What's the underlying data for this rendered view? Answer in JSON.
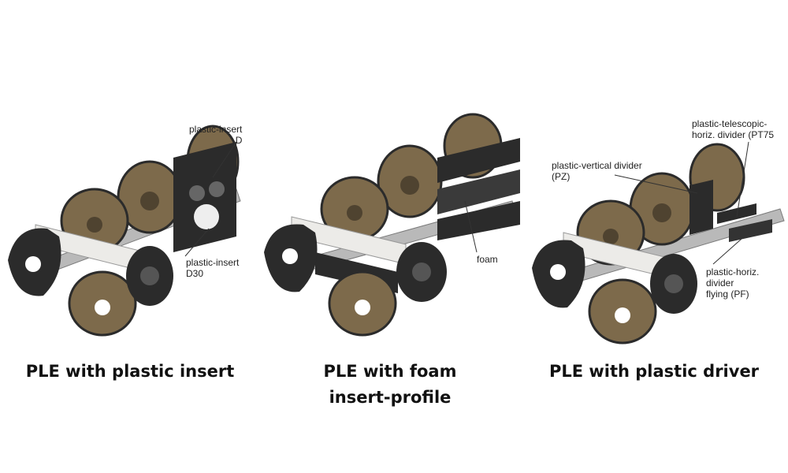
{
  "figures": [
    {
      "caption_lines": [
        "PLE with plastic insert"
      ],
      "callouts": [
        "plastic-insert\nD",
        "plastic-insert\nD30"
      ]
    },
    {
      "caption_lines": [
        "PLE with foam",
        "insert-profile"
      ],
      "callouts": [
        "foam"
      ]
    },
    {
      "caption_lines": [
        "PLE with plastic driver"
      ],
      "callouts": [
        "plastic-telescopic-\nhoriz. divider  (PT75",
        "plastic-vertical divider\n(PZ)",
        "plastic-horiz.\ndivider\nflying (PF)"
      ]
    }
  ],
  "colors": {
    "link_body": "#7d6a4b",
    "link_shadow": "#4f4330",
    "dark_part": "#2b2b2b",
    "rail": "#b9b9b9",
    "crossbar": "#ecebe8"
  }
}
